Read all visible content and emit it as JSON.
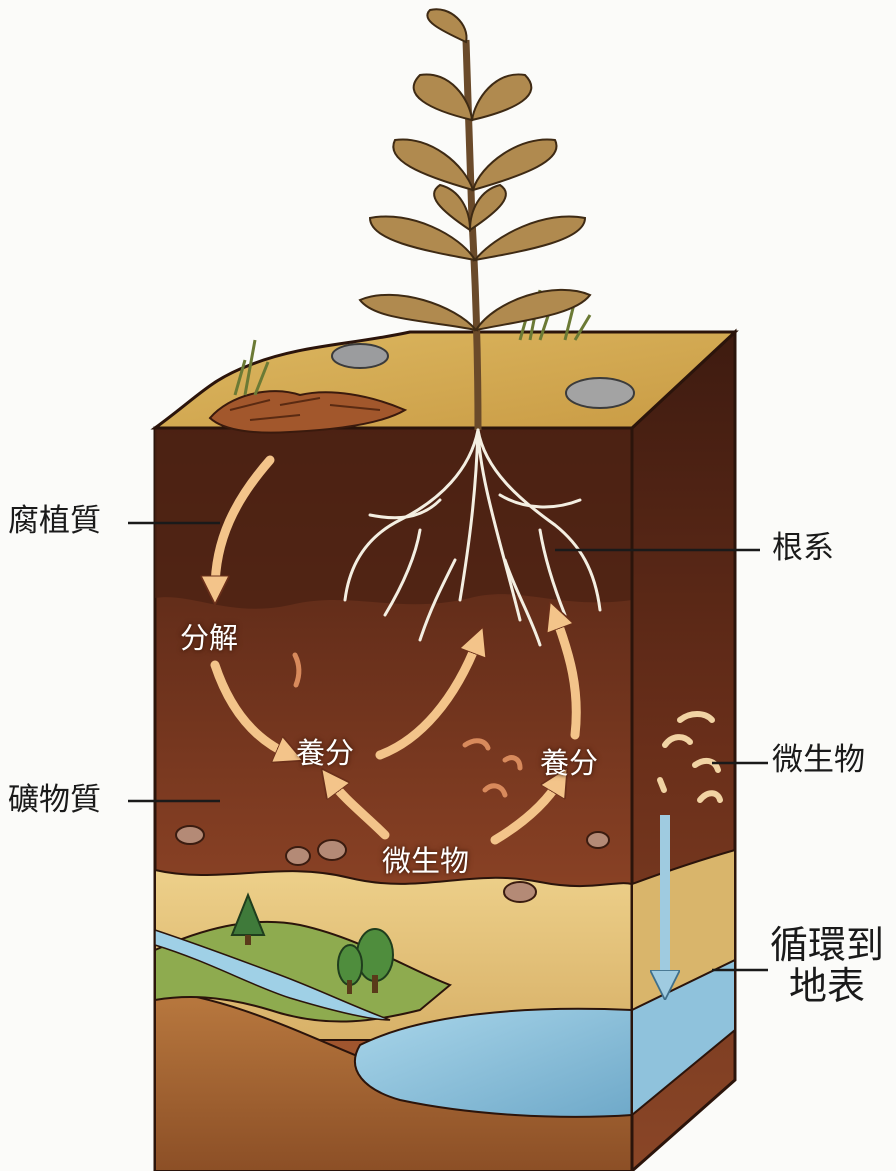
{
  "labels": {
    "humus": "腐植質",
    "minerals": "礦物質",
    "roots": "根系",
    "microbes_right": "微生物",
    "cycle_line1": "循環到",
    "cycle_line2": "地表"
  },
  "inner_labels": {
    "decompose": "分解",
    "nutrients_left": "養分",
    "nutrients_right": "養分",
    "microbes_center": "微生物"
  },
  "colors": {
    "topsoil": "#d3ad52",
    "soil_dark": "#5e2c1a",
    "soil_mid": "#7e3b22",
    "soil_light": "#9a4d2a",
    "sand": "#e6c57c",
    "grass": "#8eab4f",
    "water": "#8fc6df",
    "arrow_orange": "#f3c48a",
    "arrow_blue": "#9fcbe0",
    "roots": "#f4efe2",
    "leaf": "#b08a4f"
  }
}
